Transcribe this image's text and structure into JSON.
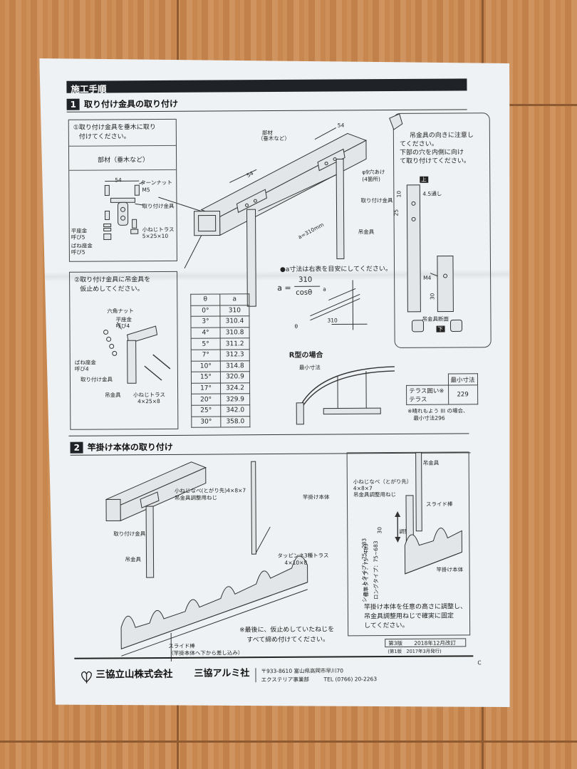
{
  "header": {
    "title": "施工手順"
  },
  "section1": {
    "num": "1",
    "title": "取り付け金具の取り付け",
    "step1": {
      "text_line1": "①取り付け金具を垂木に取り",
      "text_line2": "付けてください。",
      "member_label": "部材（垂木など）",
      "dim": "54",
      "labels": {
        "turn_nut": "ターンナット",
        "m5": "M5",
        "bracket": "取り付け金具",
        "flat_washer": "平座金",
        "flat_size": "呼び5",
        "spring_washer": "ばね座金",
        "spring_size": "呼び5",
        "small_screw": "小ねじトラス",
        "small_size": "5×25×10"
      }
    },
    "main_fig": {
      "member": "部材",
      "member_sub": "（垂木など）",
      "dim_top": "54",
      "dim_left": "54",
      "hole": "φ9穴あけ",
      "hole_count": "(4箇所)",
      "bracket": "取り付け金具",
      "hanger": "吊金具",
      "a_dim": "a=310mm"
    },
    "note": {
      "line1": "吊金具の向きに注意し",
      "line2": "てください。",
      "line3": "下部の穴を内側に向け",
      "line4": "て取り付けてください。",
      "top_tag": "上",
      "bottom_tag": "下",
      "dim_45": "4.5通し",
      "dim_10": "10",
      "dim_25": "25",
      "m4": "M4",
      "dim_30": "30",
      "section_label": "吊金具断面"
    },
    "step2": {
      "text_line1": "②取り付け金具に吊金具を",
      "text_line2": "仮止めしてください。",
      "labels": {
        "hex_nut": "六角ナット",
        "flat_washer": "平座金",
        "flat_size": "呼び4",
        "spring_washer": "ばね座金",
        "spring_size": "呼び4",
        "bracket": "取り付け金具",
        "hanger": "吊金具",
        "small_screw": "小ねじトラス",
        "small_size": "4×25×8"
      }
    },
    "formula": {
      "note": "●a寸法は右表を目安にしてください。",
      "lhs": "a =",
      "num": "310",
      "den": "cosθ",
      "fig_a": "a",
      "fig_310": "310",
      "fig_theta": "θ"
    },
    "table": {
      "headers": [
        "θ",
        "a"
      ],
      "rows": [
        [
          "0°",
          "310"
        ],
        [
          "3°",
          "310.4"
        ],
        [
          "4°",
          "310.8"
        ],
        [
          "5°",
          "311.2"
        ],
        [
          "7°",
          "312.3"
        ],
        [
          "10°",
          "314.8"
        ],
        [
          "15°",
          "320.9"
        ],
        [
          "17°",
          "324.2"
        ],
        [
          "20°",
          "329.9"
        ],
        [
          "25°",
          "342.0"
        ],
        [
          "30°",
          "358.0"
        ]
      ]
    },
    "r_type": {
      "title": "R型の場合",
      "min_label": "最小寸法"
    },
    "min_table": {
      "header": "最小寸法",
      "row_label_1": "テラス囲い※",
      "row_label_2": "テラス",
      "value": "229",
      "note_1": "※晴れもよう III の場合、",
      "note_2": "最小寸法296"
    }
  },
  "section2": {
    "num": "2",
    "title": "竿掛け本体の取り付け",
    "labels": {
      "small_pan": "小ねじなべ(とがり先)4×8×7",
      "adjust_screw": "吊金具調整用ねじ",
      "body": "竿掛け本体",
      "bracket": "取り付け金具",
      "hanger": "吊金具",
      "tapping": "タッピンネ3種トラス",
      "tapping_size": "4×10×8",
      "slide_bar": "スライド棒",
      "slide_note": "（竿掛本体へ下から差し込み）",
      "final_line1": "※最後に、仮止めしていたねじを",
      "final_line2": "すべて締め付けてください。"
    },
    "right_fig": {
      "hanger": "吊金具",
      "screw_1": "小ねじなべ（とがり先）",
      "screw_2": "4×8×7",
      "screw_3": "吊金具調整用ねじ",
      "slide": "スライド棒",
      "adjust": "調整",
      "dim_30": "30",
      "type_1": "ショートタイプ：75~283",
      "type_2": "標準タイプ：75~483",
      "type_3": "ロングタイプ：75~683",
      "body": "竿掛け本体",
      "note_1": "竿掛け本体を任意の高さに調整し、",
      "note_2": "吊金具調整用ねじで確実に固定",
      "note_3": "してください。"
    },
    "edition": {
      "ed": "第3版",
      "date": "2018年12月改訂",
      "first": "(第1版　2017年3月発行)"
    }
  },
  "footer": {
    "company": "三協立山株式会社",
    "brand": "三協アルミ社",
    "address": "〒933-8610 富山県高岡市早川70",
    "dept": "エクステリア事業部",
    "tel": "TEL (0766) 20-2263",
    "corner": "C"
  }
}
